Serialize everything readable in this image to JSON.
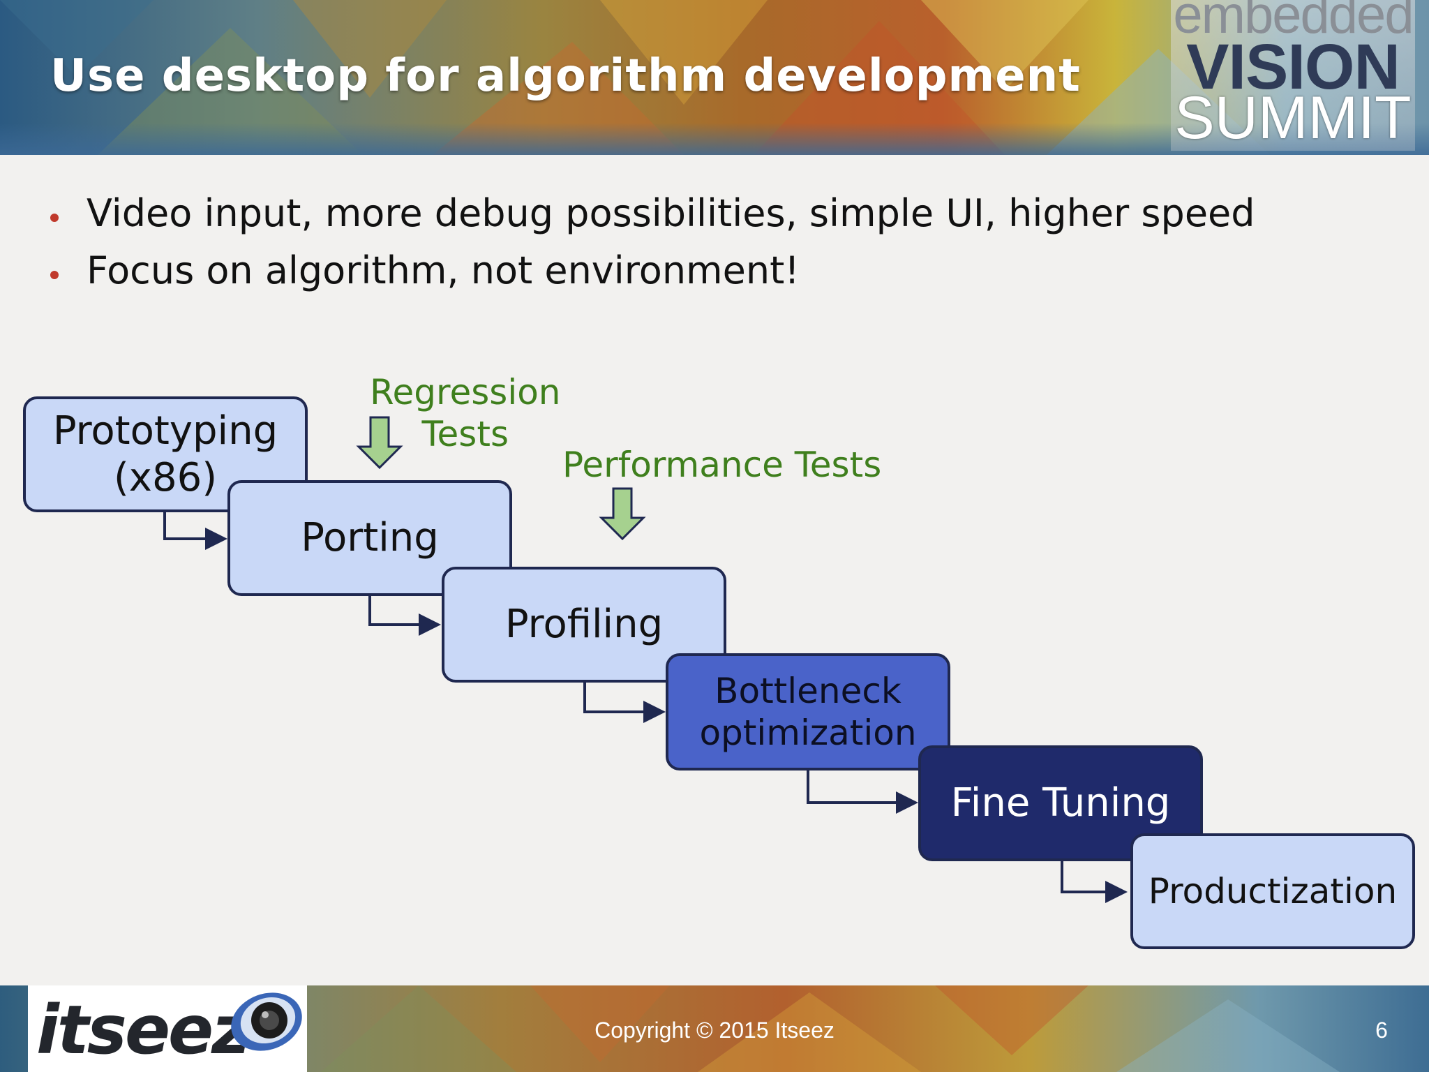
{
  "slide": {
    "title": "Use desktop for algorithm development"
  },
  "brand": {
    "line1": "embedded",
    "line2": "VISION",
    "line3": "SUMMIT"
  },
  "bullets": [
    "Video input, more debug possibilities, simple UI, higher speed",
    "Focus on algorithm, not environment!"
  ],
  "pipeline": {
    "stages": [
      {
        "lines": [
          "Prototyping",
          "(x86)"
        ],
        "style": "light"
      },
      {
        "lines": [
          "Porting"
        ],
        "style": "light"
      },
      {
        "lines": [
          "Profiling"
        ],
        "style": "light"
      },
      {
        "lines": [
          "Bottleneck",
          "optimization"
        ],
        "style": "mid"
      },
      {
        "lines": [
          "Fine Tuning"
        ],
        "style": "dark"
      },
      {
        "lines": [
          "Productization"
        ],
        "style": "light"
      }
    ],
    "tests": {
      "regression": [
        "Regression",
        "Tests"
      ],
      "performance": "Performance Tests"
    },
    "colors": {
      "stage_border": "#1f2850",
      "stage_light": "#c9d8f7",
      "stage_mid": "#4a63c9",
      "stage_dark": "#1f2a6b",
      "test_label": "#3f7f1d",
      "test_arrow": "#a6d18f"
    }
  },
  "footer": {
    "company": "itseez",
    "copyright": "Copyright © 2015 Itseez",
    "page_number": "6"
  }
}
